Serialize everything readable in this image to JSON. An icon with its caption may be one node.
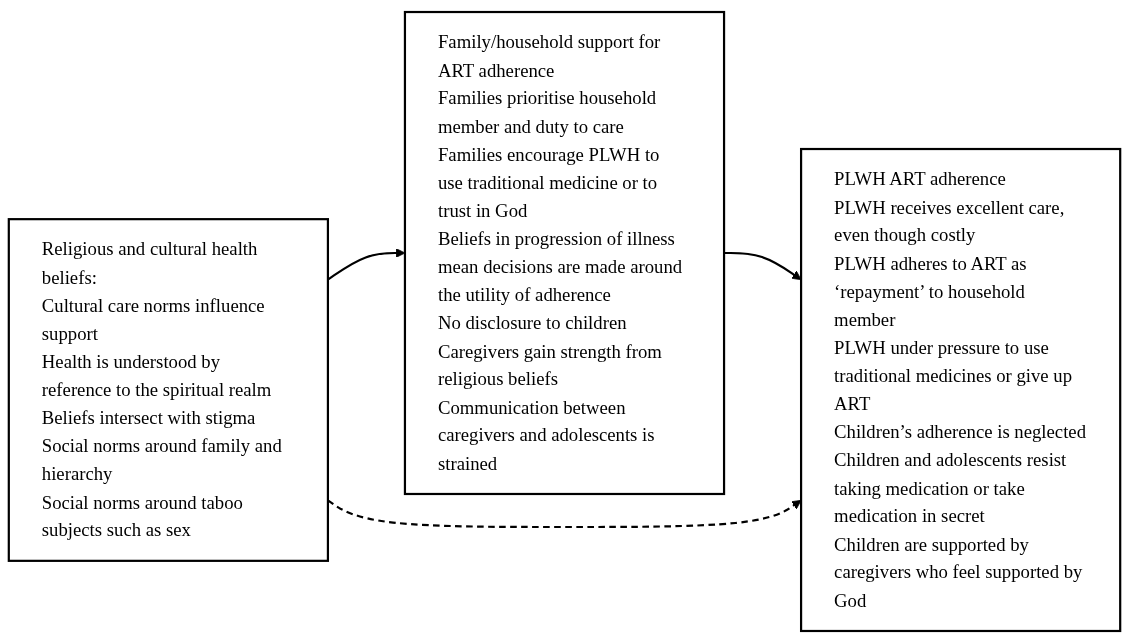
{
  "diagram": {
    "nodes": [
      {
        "text": [
          "Religious and cultural health beliefs:",
          "Cultural care norms influence support",
          "Health is understood by reference to the spiritual realm",
          "Beliefs intersect with stigma",
          "Social norms around family and hierarchy",
          "Social norms around taboo subjects such as sex"
        ]
      },
      {
        "text": [
          "Family/household support for ART adherence",
          "Families prioritise household member and duty to care",
          "Families encourage PLWH to use traditional medicine or to trust in God",
          "Beliefs in progression of illness mean decisions are made around the utility of adherence",
          "No disclosure to children",
          "Caregivers gain strength from religious beliefs",
          "Communication between caregivers and adolescents is strained"
        ]
      },
      {
        "text": [
          "PLWH ART adherence",
          "PLWH receives excellent care, even though costly",
          "PLWH adheres to ART as ‘repayment’ to household member",
          "PLWH under pressure to use traditional medicines or give up ART",
          "Children’s adherence is neglected",
          "Children and adolescents resist taking medication or take medication in secret",
          "Children are supported by caregivers who feel supported by God"
        ]
      }
    ],
    "edges": [
      {
        "from": 0,
        "to": 1,
        "arrow": "to"
      },
      {
        "from": 1,
        "to": 2,
        "arrow": "to"
      },
      {
        "from": 0,
        "to": 2,
        "arrow": "to",
        "style": "dashed"
      }
    ]
  }
}
